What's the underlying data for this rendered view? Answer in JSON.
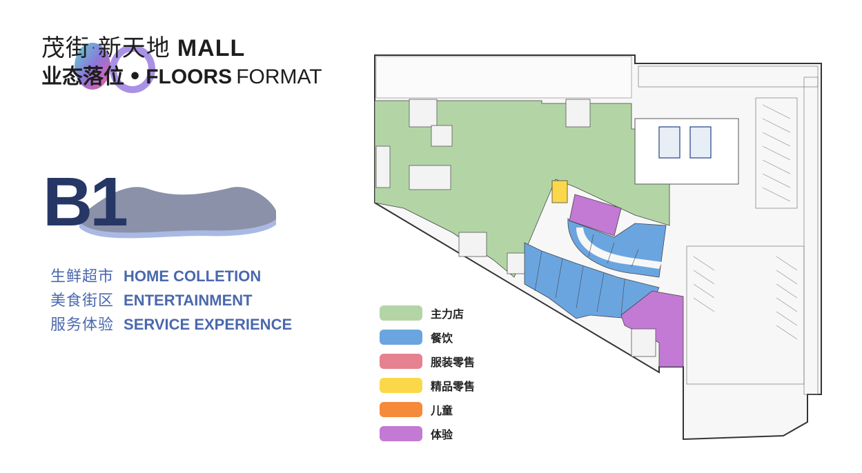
{
  "title": {
    "line1_cn": "茂街·新天地",
    "line1_en": "MALL",
    "line2_cn": "业态落位",
    "line2_dot": "•",
    "line2_en_bold": "FLOORS",
    "line2_en_light": "FORMAT"
  },
  "floor": {
    "label": "B1"
  },
  "categories": [
    {
      "cn": "生鲜超市",
      "en": "HOME COLLETION"
    },
    {
      "cn": "美食街区",
      "en": "ENTERTAINMENT"
    },
    {
      "cn": "服务体验",
      "en": "SERVICE EXPERIENCE"
    }
  ],
  "legend": [
    {
      "label": "主力店",
      "color": "#b3d5a6"
    },
    {
      "label": "餐饮",
      "color": "#6aa5e0"
    },
    {
      "label": "服装零售",
      "color": "#e6818f"
    },
    {
      "label": "精品零售",
      "color": "#fbd84a"
    },
    {
      "label": "儿童",
      "color": "#f58a3a"
    },
    {
      "label": "体验",
      "color": "#c27ad4"
    }
  ],
  "colors": {
    "navy": "#263765",
    "accent_blue": "#4a68ad"
  }
}
